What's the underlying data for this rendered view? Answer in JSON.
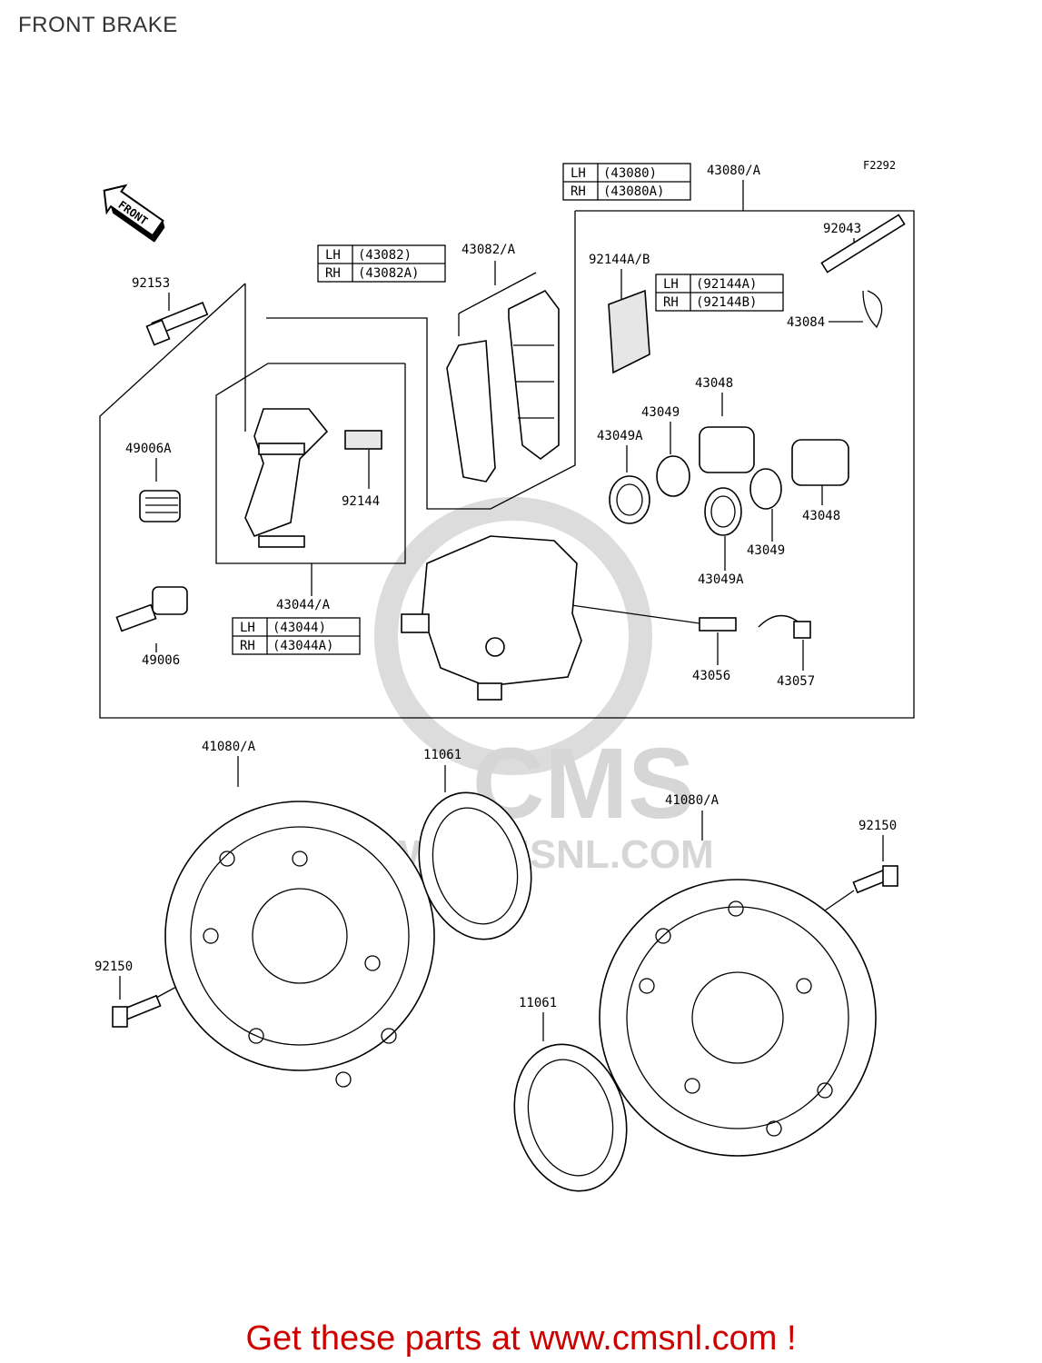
{
  "page": {
    "title": "FRONT BRAKE"
  },
  "figure_code": "F2292",
  "front_badge": "FRONT",
  "watermark": {
    "brand": "CMS",
    "url": "WWW.CMSNL.COM"
  },
  "part_labels": {
    "p43080A": "43080/A",
    "p92043": "92043",
    "p43082A": "43082/A",
    "p92144AB": "92144A/B",
    "p43084": "43084",
    "p92153": "92153",
    "p49006A": "49006A",
    "p92144": "92144",
    "p43048a": "43048",
    "p43049a": "43049",
    "p43049Aa": "43049A",
    "p43048b": "43048",
    "p43049b": "43049",
    "p43049Ab": "43049A",
    "p43044A": "43044/A",
    "p49006": "49006",
    "p43056": "43056",
    "p43057": "43057",
    "p41080Aa": "41080/A",
    "p11061a": "11061",
    "p41080Ab": "41080/A",
    "p92150a": "92150",
    "p92150b": "92150",
    "p11061b": "11061"
  },
  "variant_tables": {
    "caliper": {
      "rows": [
        {
          "side": "LH",
          "code": "(43080)"
        },
        {
          "side": "RH",
          "code": "(43080A)"
        }
      ]
    },
    "pads": {
      "rows": [
        {
          "side": "LH",
          "code": "(43082)"
        },
        {
          "side": "RH",
          "code": "(43082A)"
        }
      ]
    },
    "spring": {
      "rows": [
        {
          "side": "LH",
          "code": "(92144A)"
        },
        {
          "side": "RH",
          "code": "(92144B)"
        }
      ]
    },
    "bracket": {
      "rows": [
        {
          "side": "LH",
          "code": "(43044)"
        },
        {
          "side": "RH",
          "code": "(43044A)"
        }
      ]
    }
  },
  "footer": {
    "text": "Get these parts at www.cmsnl.com !",
    "color": "#cc0000"
  }
}
